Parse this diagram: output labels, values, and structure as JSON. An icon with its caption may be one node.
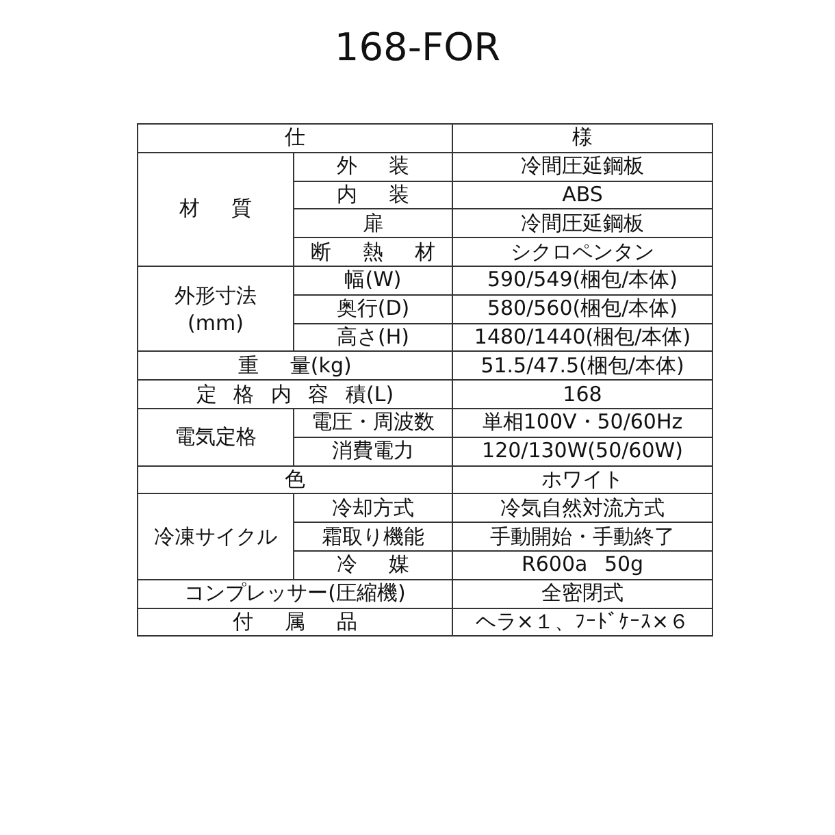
{
  "diagram": {
    "title": "168-FOR",
    "labels": [
      "仕",
      "様",
      "材 質",
      "外 装",
      "冷間圧延鋼板",
      "内 装",
      "ABS",
      "扉",
      "冷間圧延鋼板",
      "断 熱 材",
      "シクロペンタン",
      "外形寸法 (mm)",
      "幅(W)",
      "590/549(梱包/本体)",
      "奥行(D)",
      "580/560(梱包/本体)",
      "高さ(H)",
      "1480/1440(梱包/本体)",
      "重 量(kg)",
      "51.5/47.5(梱包/本体)",
      "定 格 内 容 積(L)",
      "168",
      "電気定格",
      "電圧・周波数",
      "単相100V・50/60Hz",
      "消費電力",
      "120/130W(50/60W)",
      "色",
      "ホワイト",
      "冷凍サイクル",
      "冷却方式",
      "冷気自然対流方式",
      "霜取り機能",
      "手動開始・手動終了",
      "冷 媒",
      "R600a 50g",
      "コンプレッサー(圧縮機)",
      "全密閉式",
      "付 属 品",
      "ヘラ×１、ﾌｰﾄﾞｹｰｽ×６"
    ]
  }
}
